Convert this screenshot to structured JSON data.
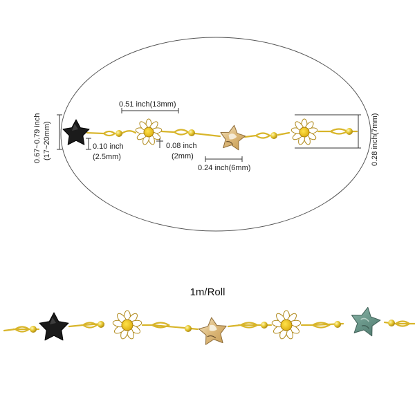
{
  "roll_label": "1m/Roll",
  "dimensions": {
    "link_length": "0.51 inch(13mm)",
    "star_gap_inch": "0.10 inch",
    "star_gap_mm": "(2.5mm)",
    "bead_inch": "0.08 inch",
    "bead_mm": "(2mm)",
    "clasp_length": "0.24 inch(6mm)",
    "width_inch": "0.67~0.79 inch",
    "width_mm": "(17~20mm)",
    "height": "0.28 inch(7mm)"
  },
  "colors": {
    "gold": "#e6c72f",
    "gold_dark": "#b8931a",
    "black_star": "#1a1a1a",
    "daisy_petal": "#ffffff",
    "daisy_center": "#f1cd17",
    "jasper_star": "#e2c48a",
    "amazonite_star": "#6e9c8f"
  }
}
